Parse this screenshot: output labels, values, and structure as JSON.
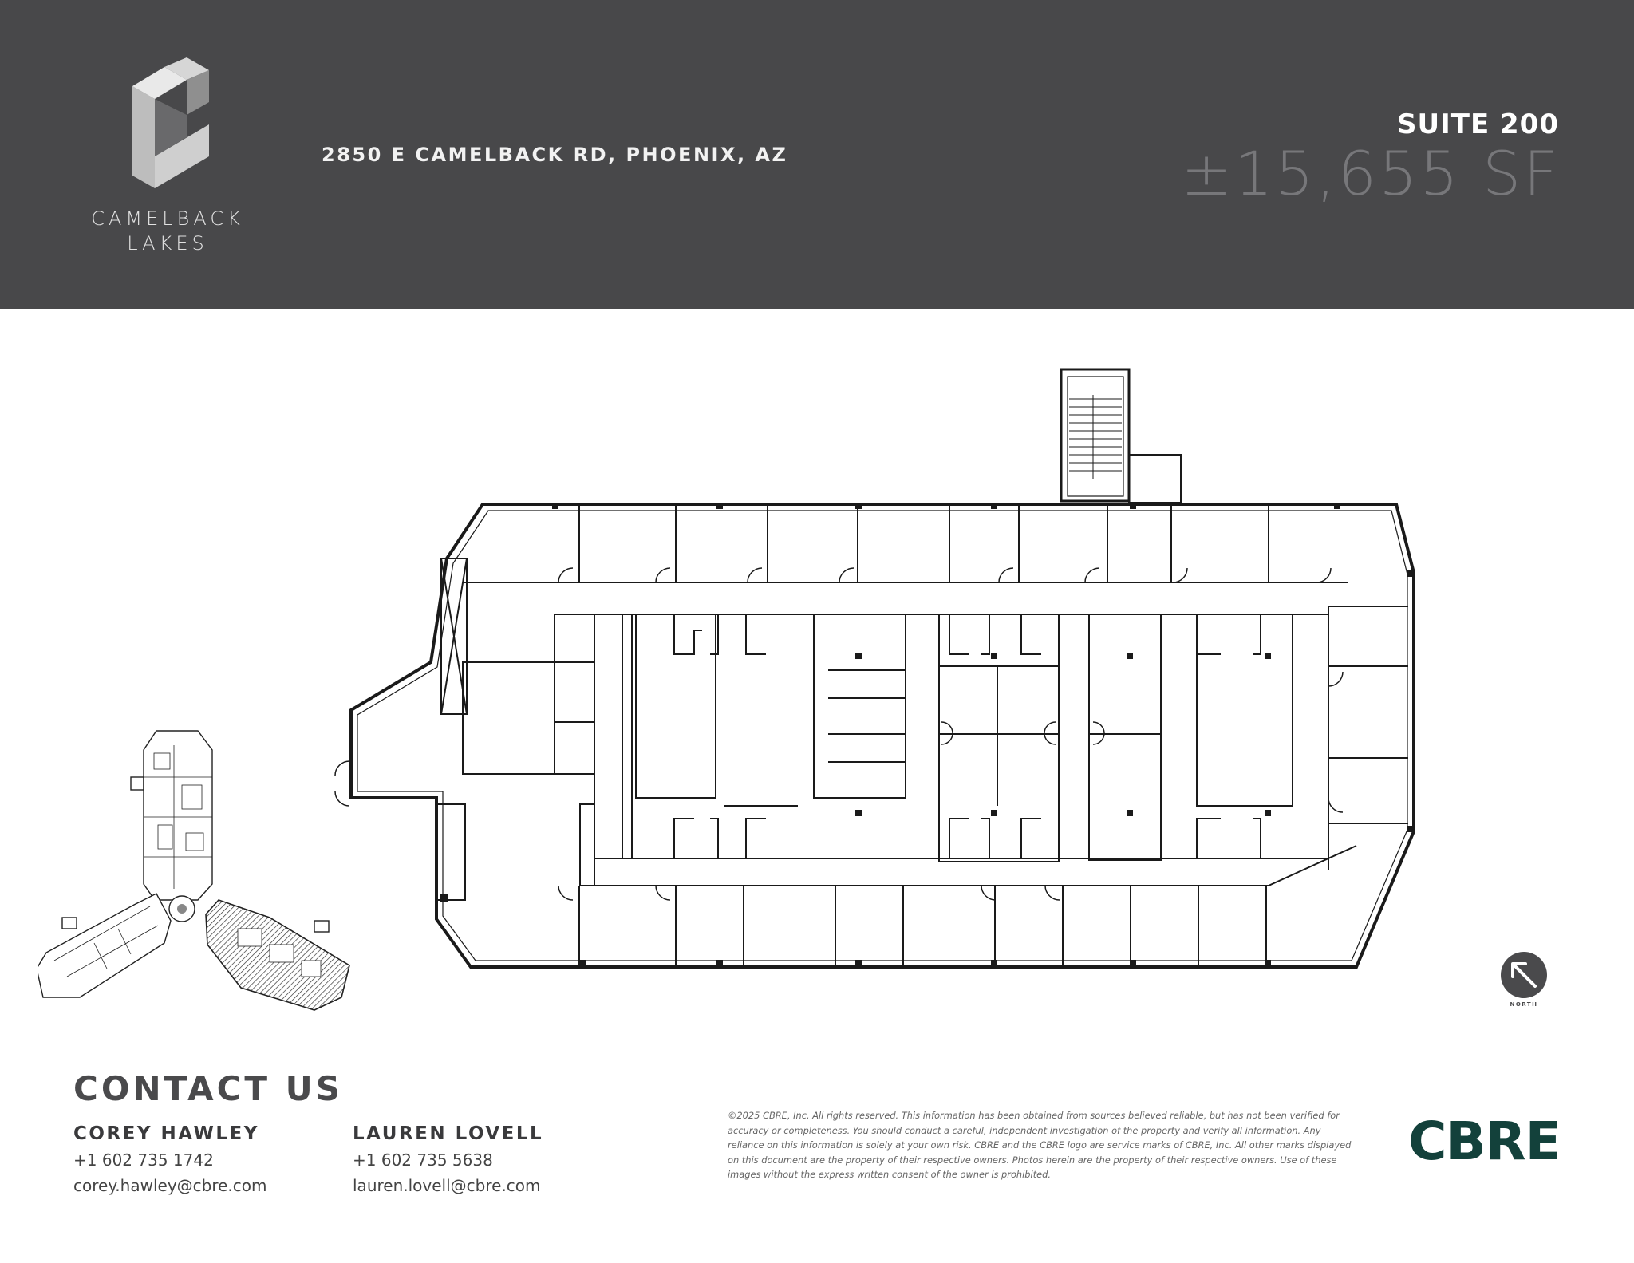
{
  "header": {
    "logo_line1": "CAMELBACK",
    "logo_line2": "LAKES",
    "address": "2850 E CAMELBACK RD, PHOENIX, AZ",
    "suite": "SUITE 200",
    "area": "±15,655 SF"
  },
  "plan": {
    "compass_label": "NORTH"
  },
  "contact": {
    "title": "CONTACT US",
    "people": [
      {
        "name": "COREY HAWLEY",
        "phone": "+1 602 735 1742",
        "email": "corey.hawley@cbre.com"
      },
      {
        "name": "LAUREN LOVELL",
        "phone": "+1 602 735 5638",
        "email": "lauren.lovell@cbre.com"
      }
    ]
  },
  "disclaimer": "©2025 CBRE, Inc. All rights reserved. This information has been obtained from sources believed reliable, but has not been verified for accuracy or completeness. You should conduct a careful, independent investigation of the property and verify all information. Any reliance on this information is solely at your own risk. CBRE and the CBRE logo are service marks of CBRE, Inc. All other marks displayed on this document are the property of their respective owners. Photos herein are the property of their respective owners. Use of these images without the express written consent of the owner is prohibited.",
  "brand": {
    "name": "CBRE",
    "color": "#13413b",
    "header_color": "#48484a"
  }
}
